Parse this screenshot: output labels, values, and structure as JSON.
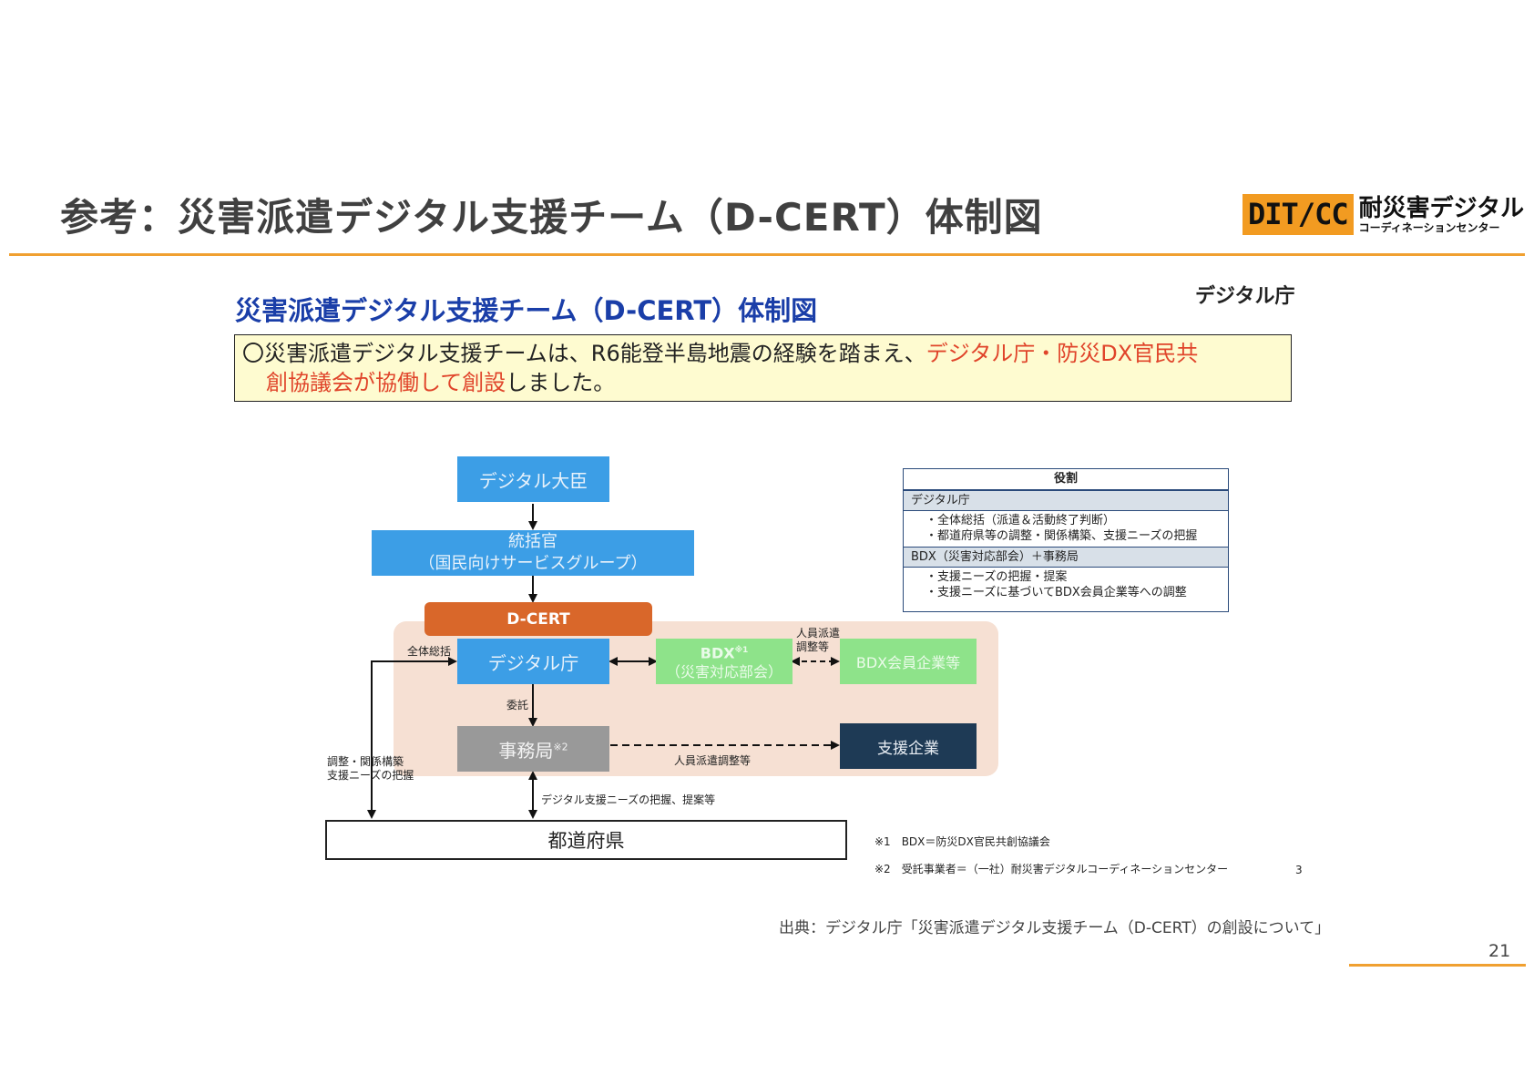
{
  "header": {
    "title": "参考：災害派遣デジタル支援チーム（D-CERT）体制図",
    "logo_mark": "DIT/CC",
    "logo_main": "耐災害デジタル",
    "logo_sub": "コーディネーションセンター"
  },
  "slide": {
    "title": "災害派遣デジタル支援チーム（D-CERT）体制図",
    "agency": "デジタル庁",
    "summary": {
      "prefix": "〇災害派遣デジタル支援チームは、R6能登半島地震の経験を踏まえ、",
      "highlight1": "デジタル庁・防災DX官民共",
      "highlight2": "創協議会が協働して創設",
      "suffix": "しました。"
    }
  },
  "diagram": {
    "minister": "デジタル大臣",
    "director_line1": "統括官",
    "director_line2": "（国民向けサービスグループ）",
    "dcert": "D-CERT",
    "digital_agency": "デジタル庁",
    "bdx_line1": "BDX",
    "bdx_sup": "※1",
    "bdx_line2": "（災害対応部会）",
    "bdx_members": "BDX会員企業等",
    "secretariat": "事務局",
    "secretariat_sup": "※2",
    "support_companies": "支援企業",
    "prefectures": "都道府県",
    "labels": {
      "overall": "全体総括",
      "personnel_line1": "人員派遣",
      "personnel_line2": "調整等",
      "entrust": "委託",
      "personnel_adjust": "人員派遣調整等",
      "coordination_line1": "調整・関係構築",
      "coordination_line2": "支援ニーズの把握",
      "digital_needs": "デジタル支援ニーズの把握、提案等"
    }
  },
  "roles_table": {
    "header": "役割",
    "sections": [
      {
        "title": "デジタル庁",
        "items": [
          "・全体総括（派遣＆活動終了判断）",
          "・都道府県等の調整・関係構築、支援ニーズの把握"
        ]
      },
      {
        "title": "BDX（災害対応部会）＋事務局",
        "items": [
          "・支援ニーズの把握・提案",
          "・支援ニーズに基づいてBDX会員企業等への調整"
        ]
      }
    ]
  },
  "footnotes": {
    "note1": "※1　BDX＝防災DX官民共創協議会",
    "note2": "※2　受託事業者＝（一社）耐災害デジタルコーディネーションセンター",
    "inner_page": "3"
  },
  "footer": {
    "source": "出典：デジタル庁「災害派遣デジタル支援チーム（D-CERT）の創設について」",
    "page_number": "21"
  }
}
